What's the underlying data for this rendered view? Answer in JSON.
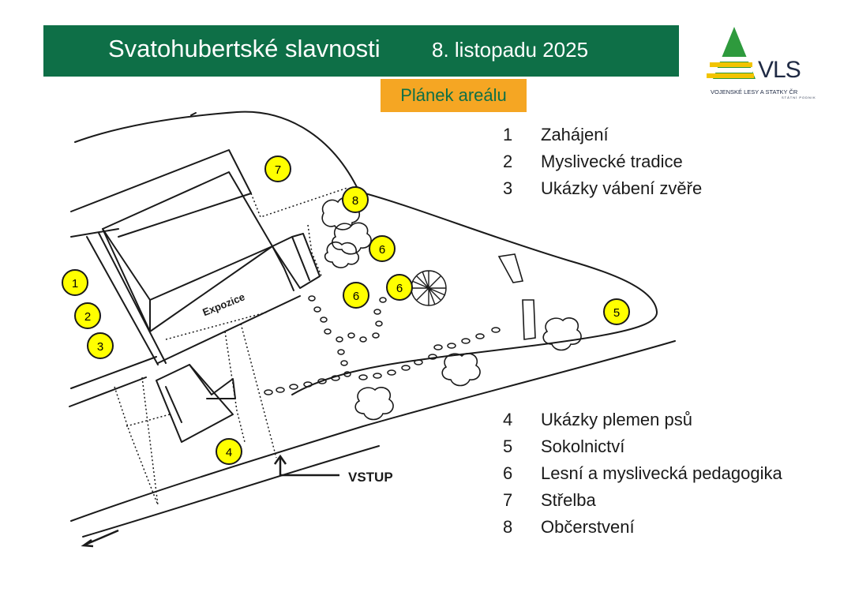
{
  "header": {
    "title": "Svatohubertské slavnosti",
    "date": "8. listopadu 2025"
  },
  "subtitle": "Plánek areálu",
  "logo": {
    "name": "VLS",
    "tagline": "VOJENSKÉ LESY A STATKY ČR",
    "tagline_small": "STÁTNÍ PODNIK"
  },
  "map": {
    "building_label": "Expozice",
    "entrance_label": "VSTUP",
    "markers": [
      "1",
      "2",
      "3",
      "4",
      "5",
      "6",
      "6",
      "6",
      "7",
      "8"
    ]
  },
  "legend_top": [
    {
      "num": "1",
      "label": "Zahájení"
    },
    {
      "num": "2",
      "label": "Myslivecké tradice"
    },
    {
      "num": "3",
      "label": "Ukázky vábení zvěře"
    }
  ],
  "legend_bottom": [
    {
      "num": "4",
      "label": "Ukázky plemen psů"
    },
    {
      "num": "5",
      "label": "Sokolnictví"
    },
    {
      "num": "6",
      "label": "Lesní a myslivecká pedagogika"
    },
    {
      "num": "7",
      "label": "Střelba"
    },
    {
      "num": "8",
      "label": "Občerstvení"
    }
  ],
  "colors": {
    "header_green": "#0e6f47",
    "subtitle_orange": "#f5a623",
    "marker_yellow": "#ffff00",
    "logo_yellow": "#f2c400",
    "logo_green": "#2e9a3d"
  }
}
